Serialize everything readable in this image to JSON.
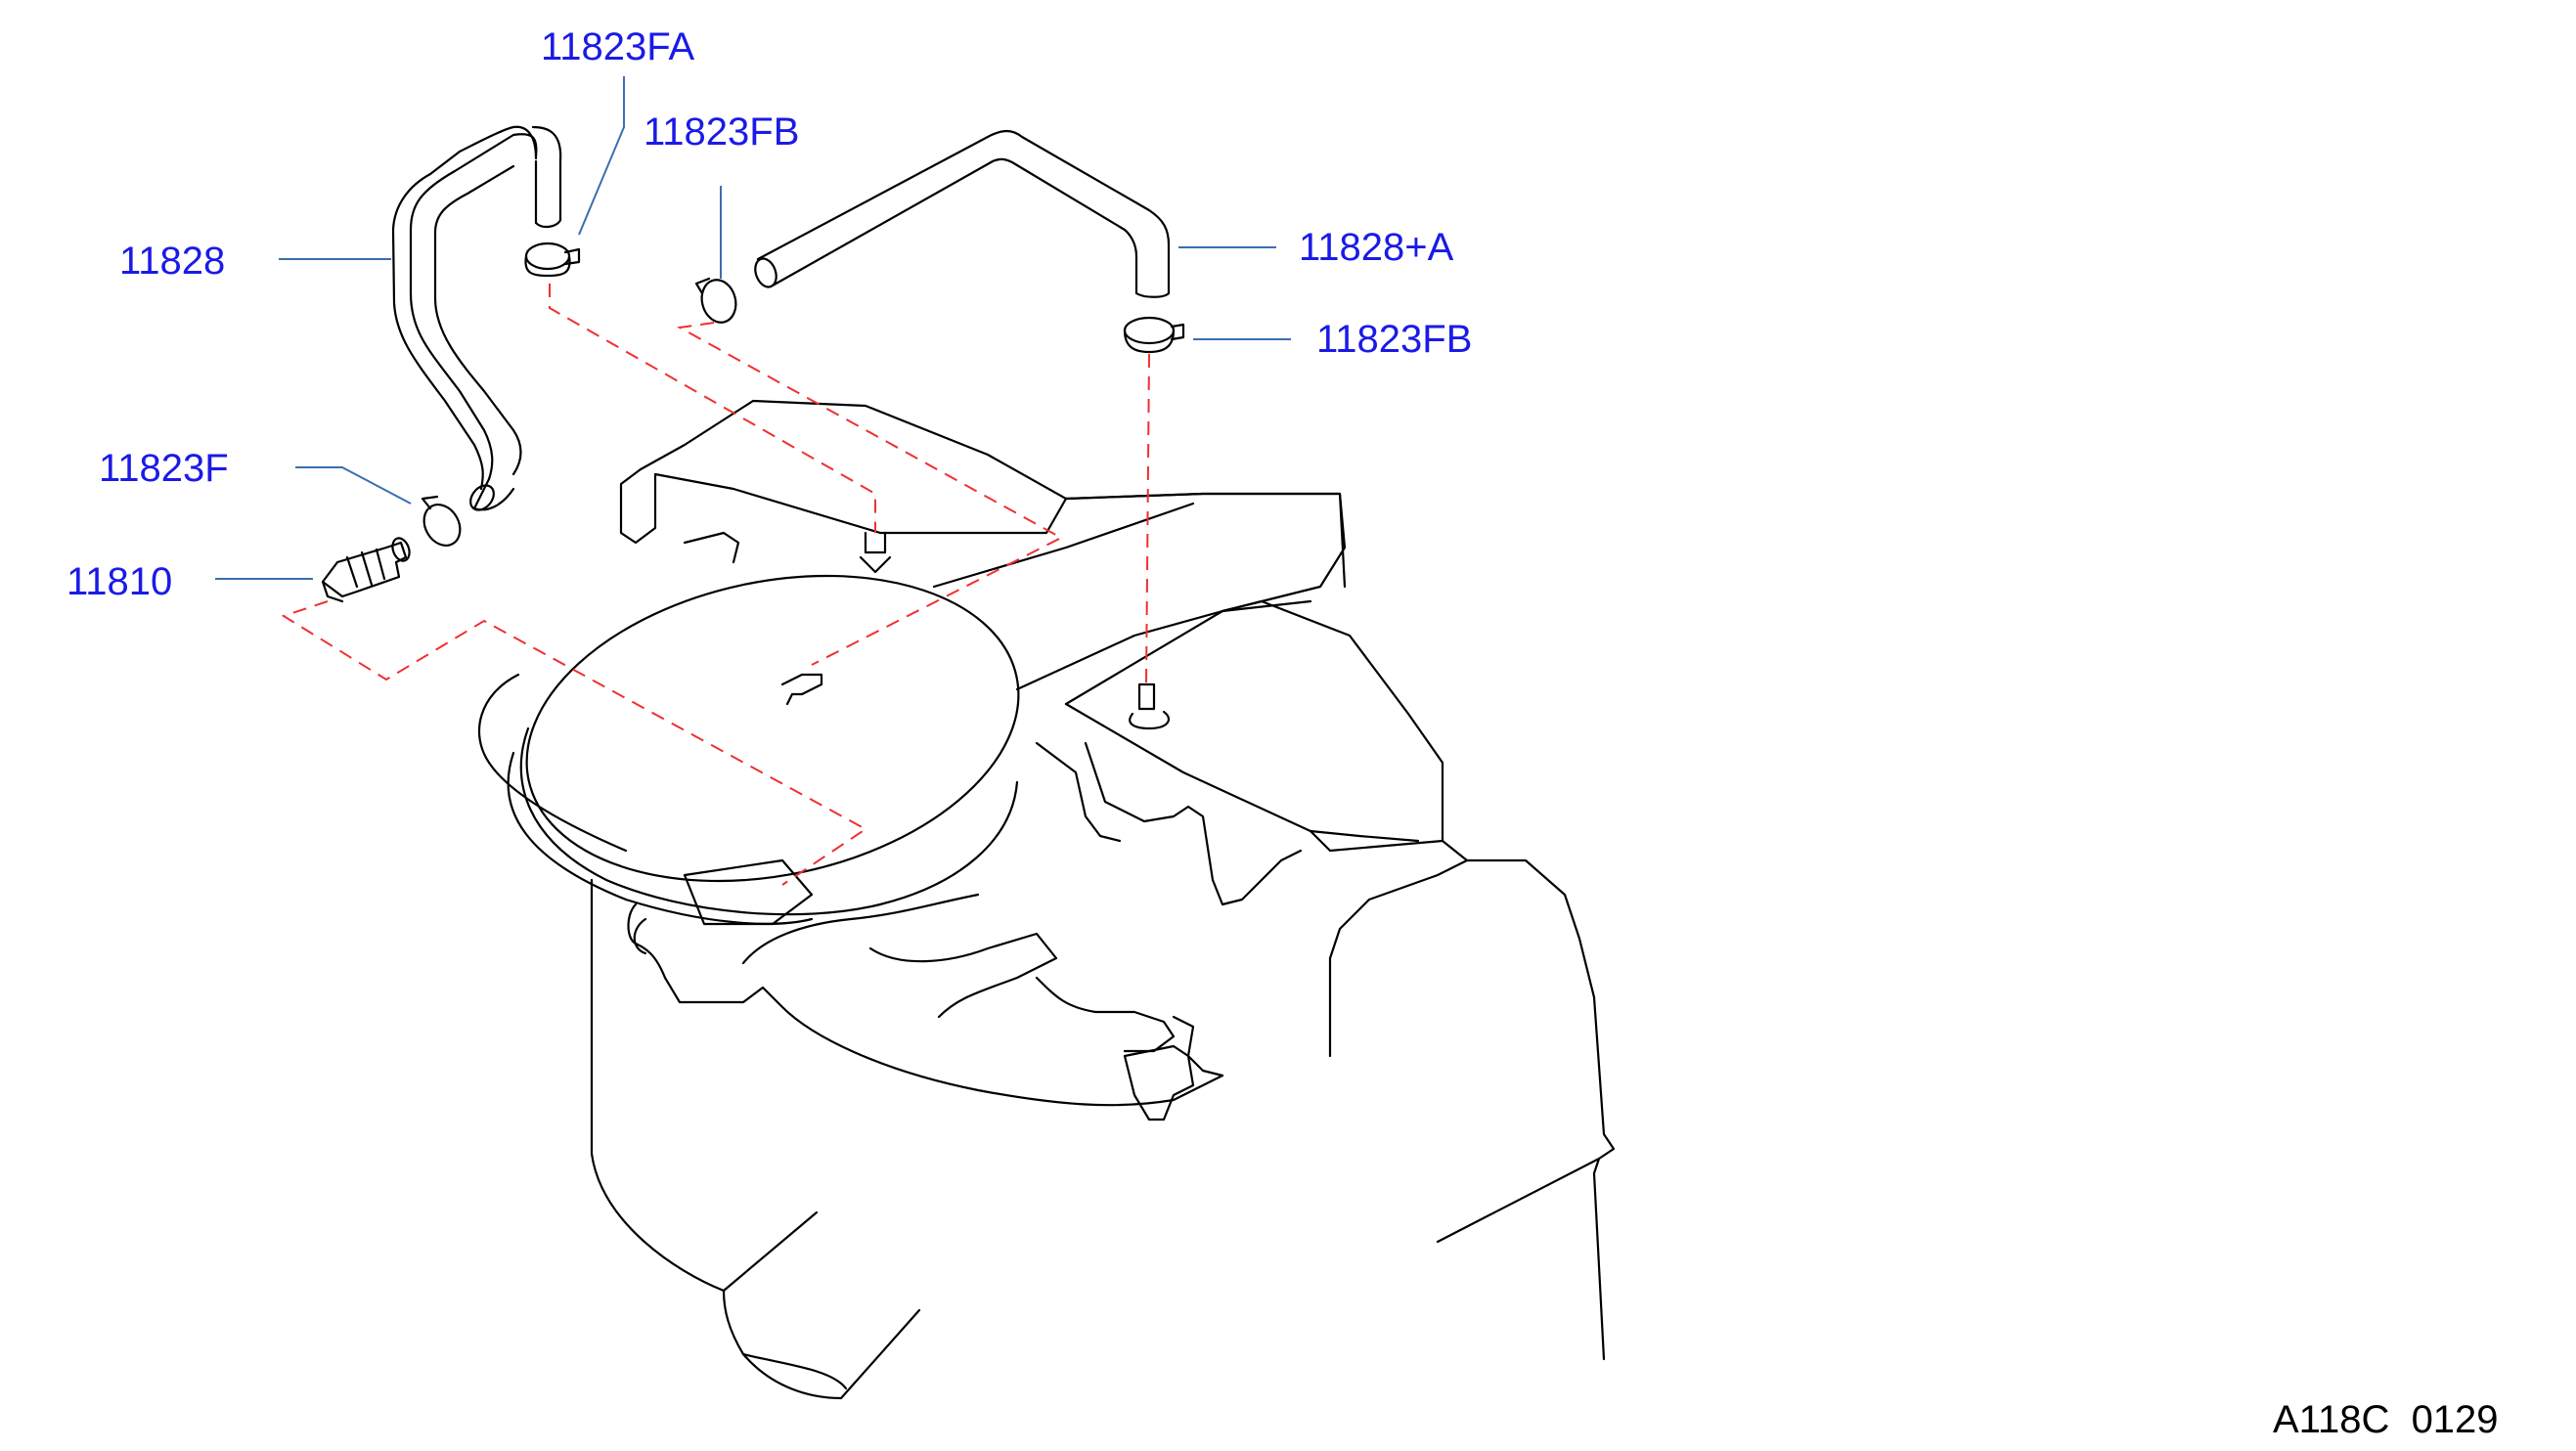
{
  "diagram": {
    "labels": {
      "hose_left": "11828",
      "clamp_top": "11823FA",
      "clamp_mid": "11823FB",
      "hose_right": "11828+A",
      "clamp_right": "11823FB",
      "clamp_low": "11823F",
      "valve": "11810"
    },
    "figure_code": "A118C  0129",
    "colors": {
      "label": "#1a1ae6",
      "leader": "#3a6fb0",
      "dashed_path": "#f03030",
      "drawing": "#000000"
    }
  }
}
